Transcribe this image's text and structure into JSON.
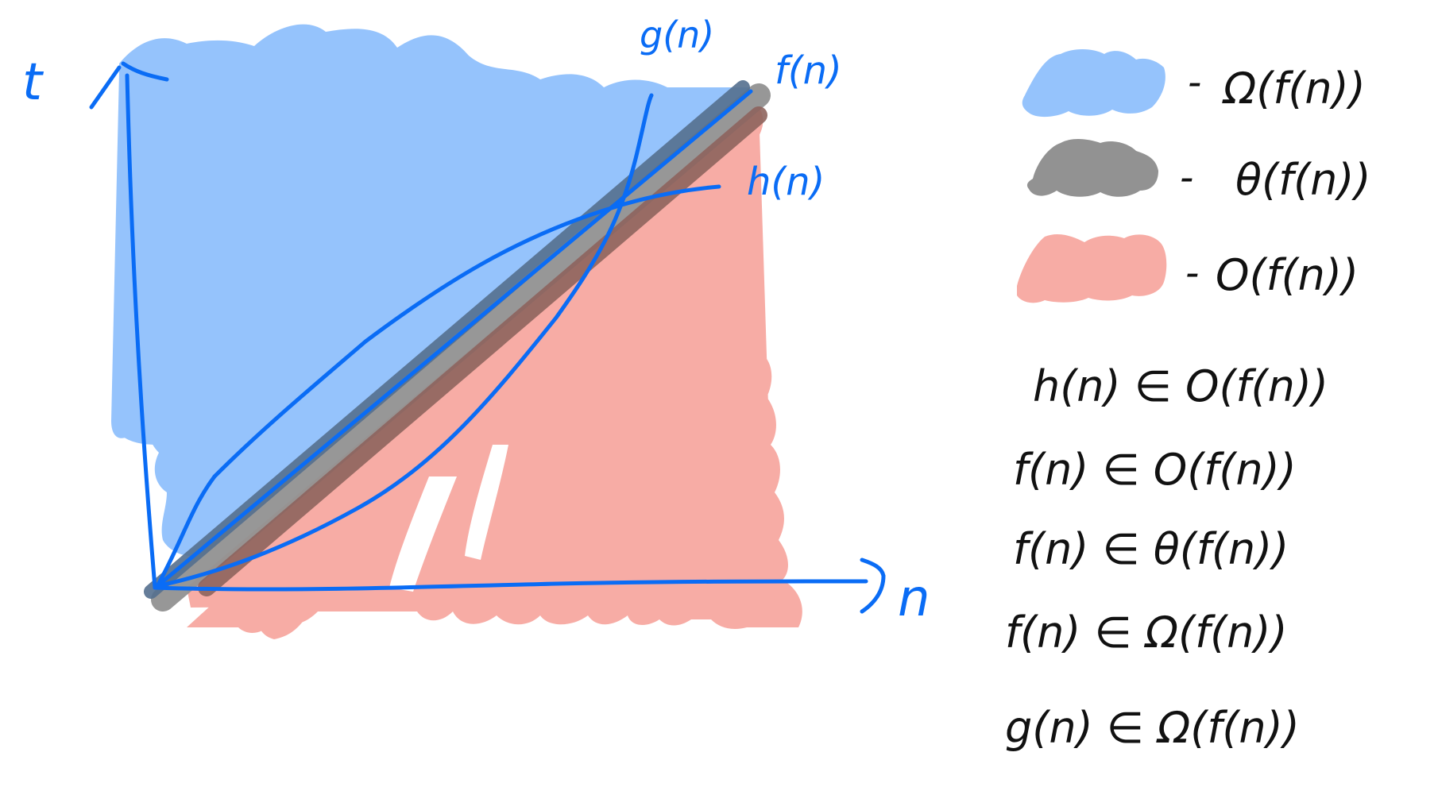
{
  "colors": {
    "pen_blue": "#0a6cf5",
    "omega_fill": "#95c3fc",
    "theta_fill": "#929292",
    "bigo_fill": "#f7aca5",
    "ink_black": "#111111",
    "background": "#ffffff"
  },
  "axes": {
    "y_label": "t",
    "x_label": "n"
  },
  "curves": {
    "g": "g(n)",
    "f": "f(n)",
    "h": "h(n)"
  },
  "legend": {
    "items": [
      {
        "swatch": "omega",
        "dash": "-",
        "label": "Ω(f(n))"
      },
      {
        "swatch": "theta",
        "dash": "-",
        "label": "θ(f(n))"
      },
      {
        "swatch": "bigo",
        "dash": "-",
        "label": "O(f(n))"
      }
    ]
  },
  "statements": [
    "h(n) ∈ O(f(n))",
    "f(n) ∈ O(f(n))",
    "f(n) ∈ θ(f(n))",
    "f(n) ∈ Ω(f(n))",
    "g(n) ∈ Ω(f(n))"
  ]
}
